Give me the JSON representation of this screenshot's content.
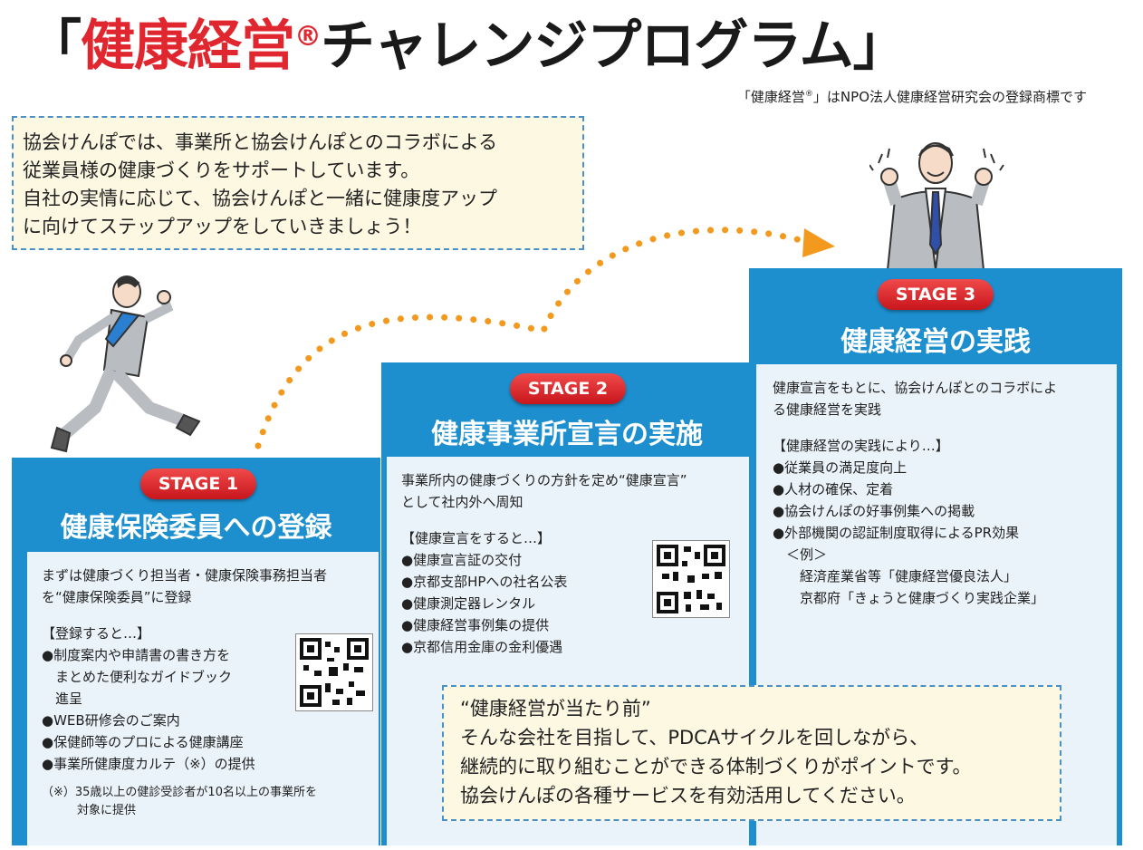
{
  "header": {
    "title_open": "「",
    "title_red": "健康経営",
    "title_reg": "®",
    "title_rest": "チャレンジプログラム",
    "title_close": "」",
    "trademark_pre": "「健康経営",
    "trademark_sup": "®",
    "trademark_post": "」はNPO法人健康経営研究会の登録商標です"
  },
  "intro": {
    "lines": [
      "協会けんぽでは、事業所と協会けんぽとのコラボによる",
      "従業員様の健康づくりをサポートしています。",
      "自社の実情に応じて、協会けんぽと一緒に健康度アップ",
      "に向けてステップアップをしていきましょう！"
    ]
  },
  "stage1": {
    "badge": "STAGE 1",
    "title": "健康保険委員への登録",
    "lines": [
      "まずは健康づくり担当者・健康保険事務担当者",
      "を“健康保険委員”に登録"
    ],
    "benefits_heading": "【登録すると…】",
    "benefits": [
      "●制度案内や申請書の書き方を",
      "　まとめた便利なガイドブック",
      "　進呈",
      "●WEB研修会のご案内",
      "●保健師等のプロによる健康講座",
      "●事業所健康度カルテ（※）の提供"
    ],
    "note_lines": [
      "（※）35歳以上の健診受診者が10名以上の事業所を",
      "　　　対象に提供"
    ]
  },
  "stage2": {
    "badge": "STAGE 2",
    "title": "健康事業所宣言の実施",
    "lines": [
      "事業所内の健康づくりの方針を定め“健康宣言”",
      "として社内外へ周知"
    ],
    "benefits_heading": "【健康宣言をすると…】",
    "benefits": [
      "●健康宣言証の交付",
      "●京都支部HPへの社名公表",
      "●健康測定器レンタル",
      "●健康経営事例集の提供",
      "●京都信用金庫の金利優遇"
    ]
  },
  "stage3": {
    "badge": "STAGE 3",
    "title": "健康経営の実践",
    "lines": [
      "健康宣言をもとに、協会けんぽとのコラボによ",
      "る健康経営を実践"
    ],
    "benefits_heading": "【健康経営の実践により…】",
    "benefits": [
      "●従業員の満足度向上",
      "●人材の確保、定着",
      "●協会けんぽの好事例集への掲載",
      "●外部機関の認証制度取得によるPR効果",
      "　＜例＞",
      "　　経済産業省等「健康経営優良法人」",
      "　　京都府「きょうと健康づくり実践企業」"
    ]
  },
  "point": {
    "lines": [
      "“健康経営が当たり前”",
      "そんな会社を目指して、PDCAサイクルを回しながら、",
      "継続的に取り組むことができる体制づくりがポイントです。",
      "協会けんぽの各種サービスを有効活用してください。"
    ]
  },
  "colors": {
    "accent_red": "#e0262e",
    "panel_blue": "#1d8fce",
    "dot_orange": "#f39a1e",
    "note_bg": "#fdf8e2"
  },
  "icons": [
    "running-businessman-illustration",
    "cheering-businessman-illustration",
    "qr-code-icon",
    "dotted-arrow-path"
  ]
}
